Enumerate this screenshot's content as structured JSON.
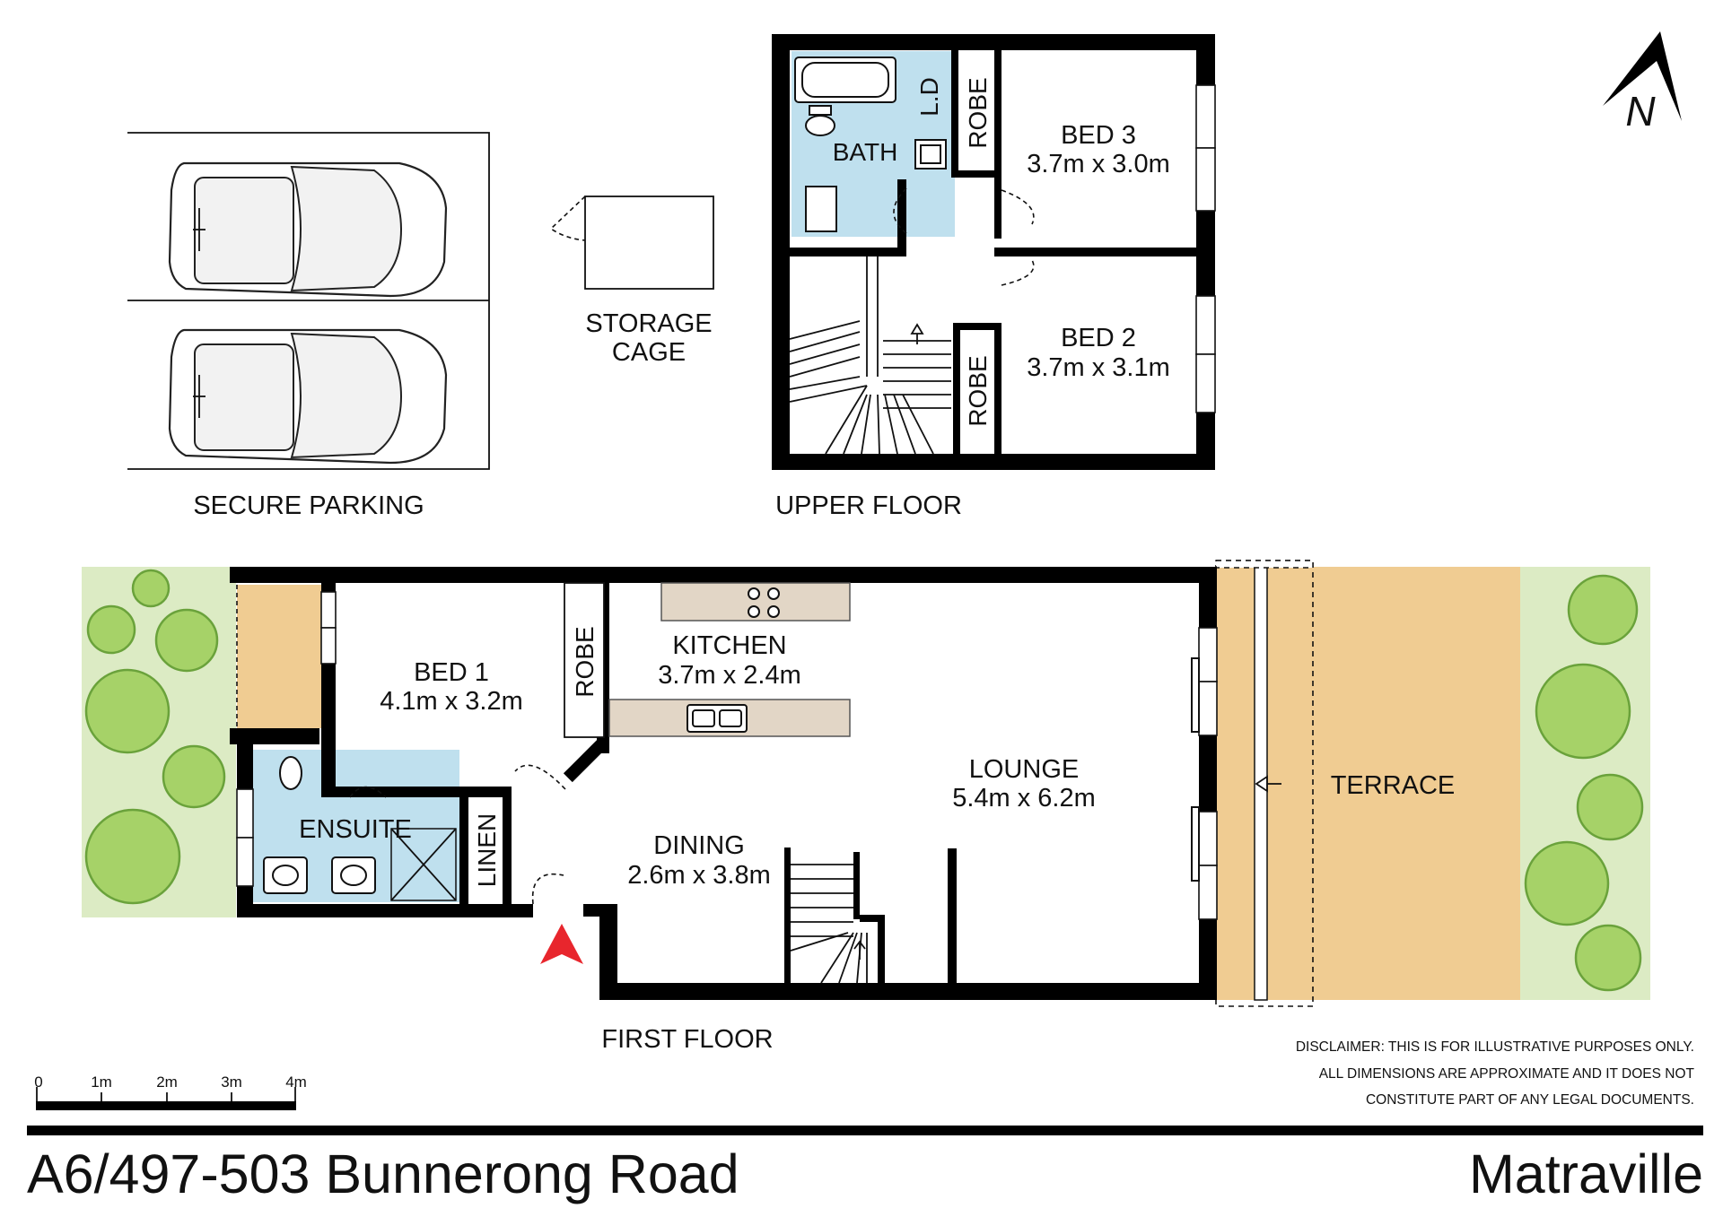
{
  "floor_labels": {
    "upper_floor": "UPPER FLOOR",
    "first_floor": "FIRST FLOOR",
    "secure_parking": "SECURE PARKING"
  },
  "storage": {
    "line1": "STORAGE",
    "line2": "CAGE"
  },
  "rooms": {
    "bath": {
      "name": "BATH"
    },
    "laundry": {
      "name": "L.D"
    },
    "robe_upper_1": {
      "name": "ROBE"
    },
    "robe_upper_2": {
      "name": "ROBE"
    },
    "robe_first": {
      "name": "ROBE"
    },
    "bed3": {
      "name": "BED 3",
      "size": "3.7m x 3.0m"
    },
    "bed2": {
      "name": "BED 2",
      "size": "3.7m x 3.1m"
    },
    "bed1": {
      "name": "BED 1",
      "size": "4.1m x 3.2m"
    },
    "kitchen": {
      "name": "KITCHEN",
      "size": "3.7m x 2.4m"
    },
    "lounge": {
      "name": "LOUNGE",
      "size": "5.4m x 6.2m"
    },
    "dining": {
      "name": "DINING",
      "size": "2.6m x 3.8m"
    },
    "ensuite": {
      "name": "ENSUITE"
    },
    "linen": {
      "name": "LINEN"
    },
    "terrace": {
      "name": "TERRACE"
    }
  },
  "compass": {
    "label": "N"
  },
  "scale_bar": {
    "ticks": [
      "0",
      "1m",
      "2m",
      "3m",
      "4m"
    ]
  },
  "disclaimer": {
    "line1": "DISCLAIMER: THIS IS FOR ILLUSTRATIVE PURPOSES ONLY.",
    "line2": "ALL DIMENSIONS ARE APPROXIMATE AND IT DOES NOT",
    "line3": "CONSTITUTE PART OF ANY LEGAL DOCUMENTS."
  },
  "footer": {
    "address": "A6/497-503 Bunnerong Road",
    "suburb": "Matraville"
  },
  "colors": {
    "wet_area": "#bfe0ee",
    "deck": "#f0cc92",
    "garden": "#dcebc4",
    "tree": "#a6d268",
    "entry_arrow": "#e8262d"
  }
}
